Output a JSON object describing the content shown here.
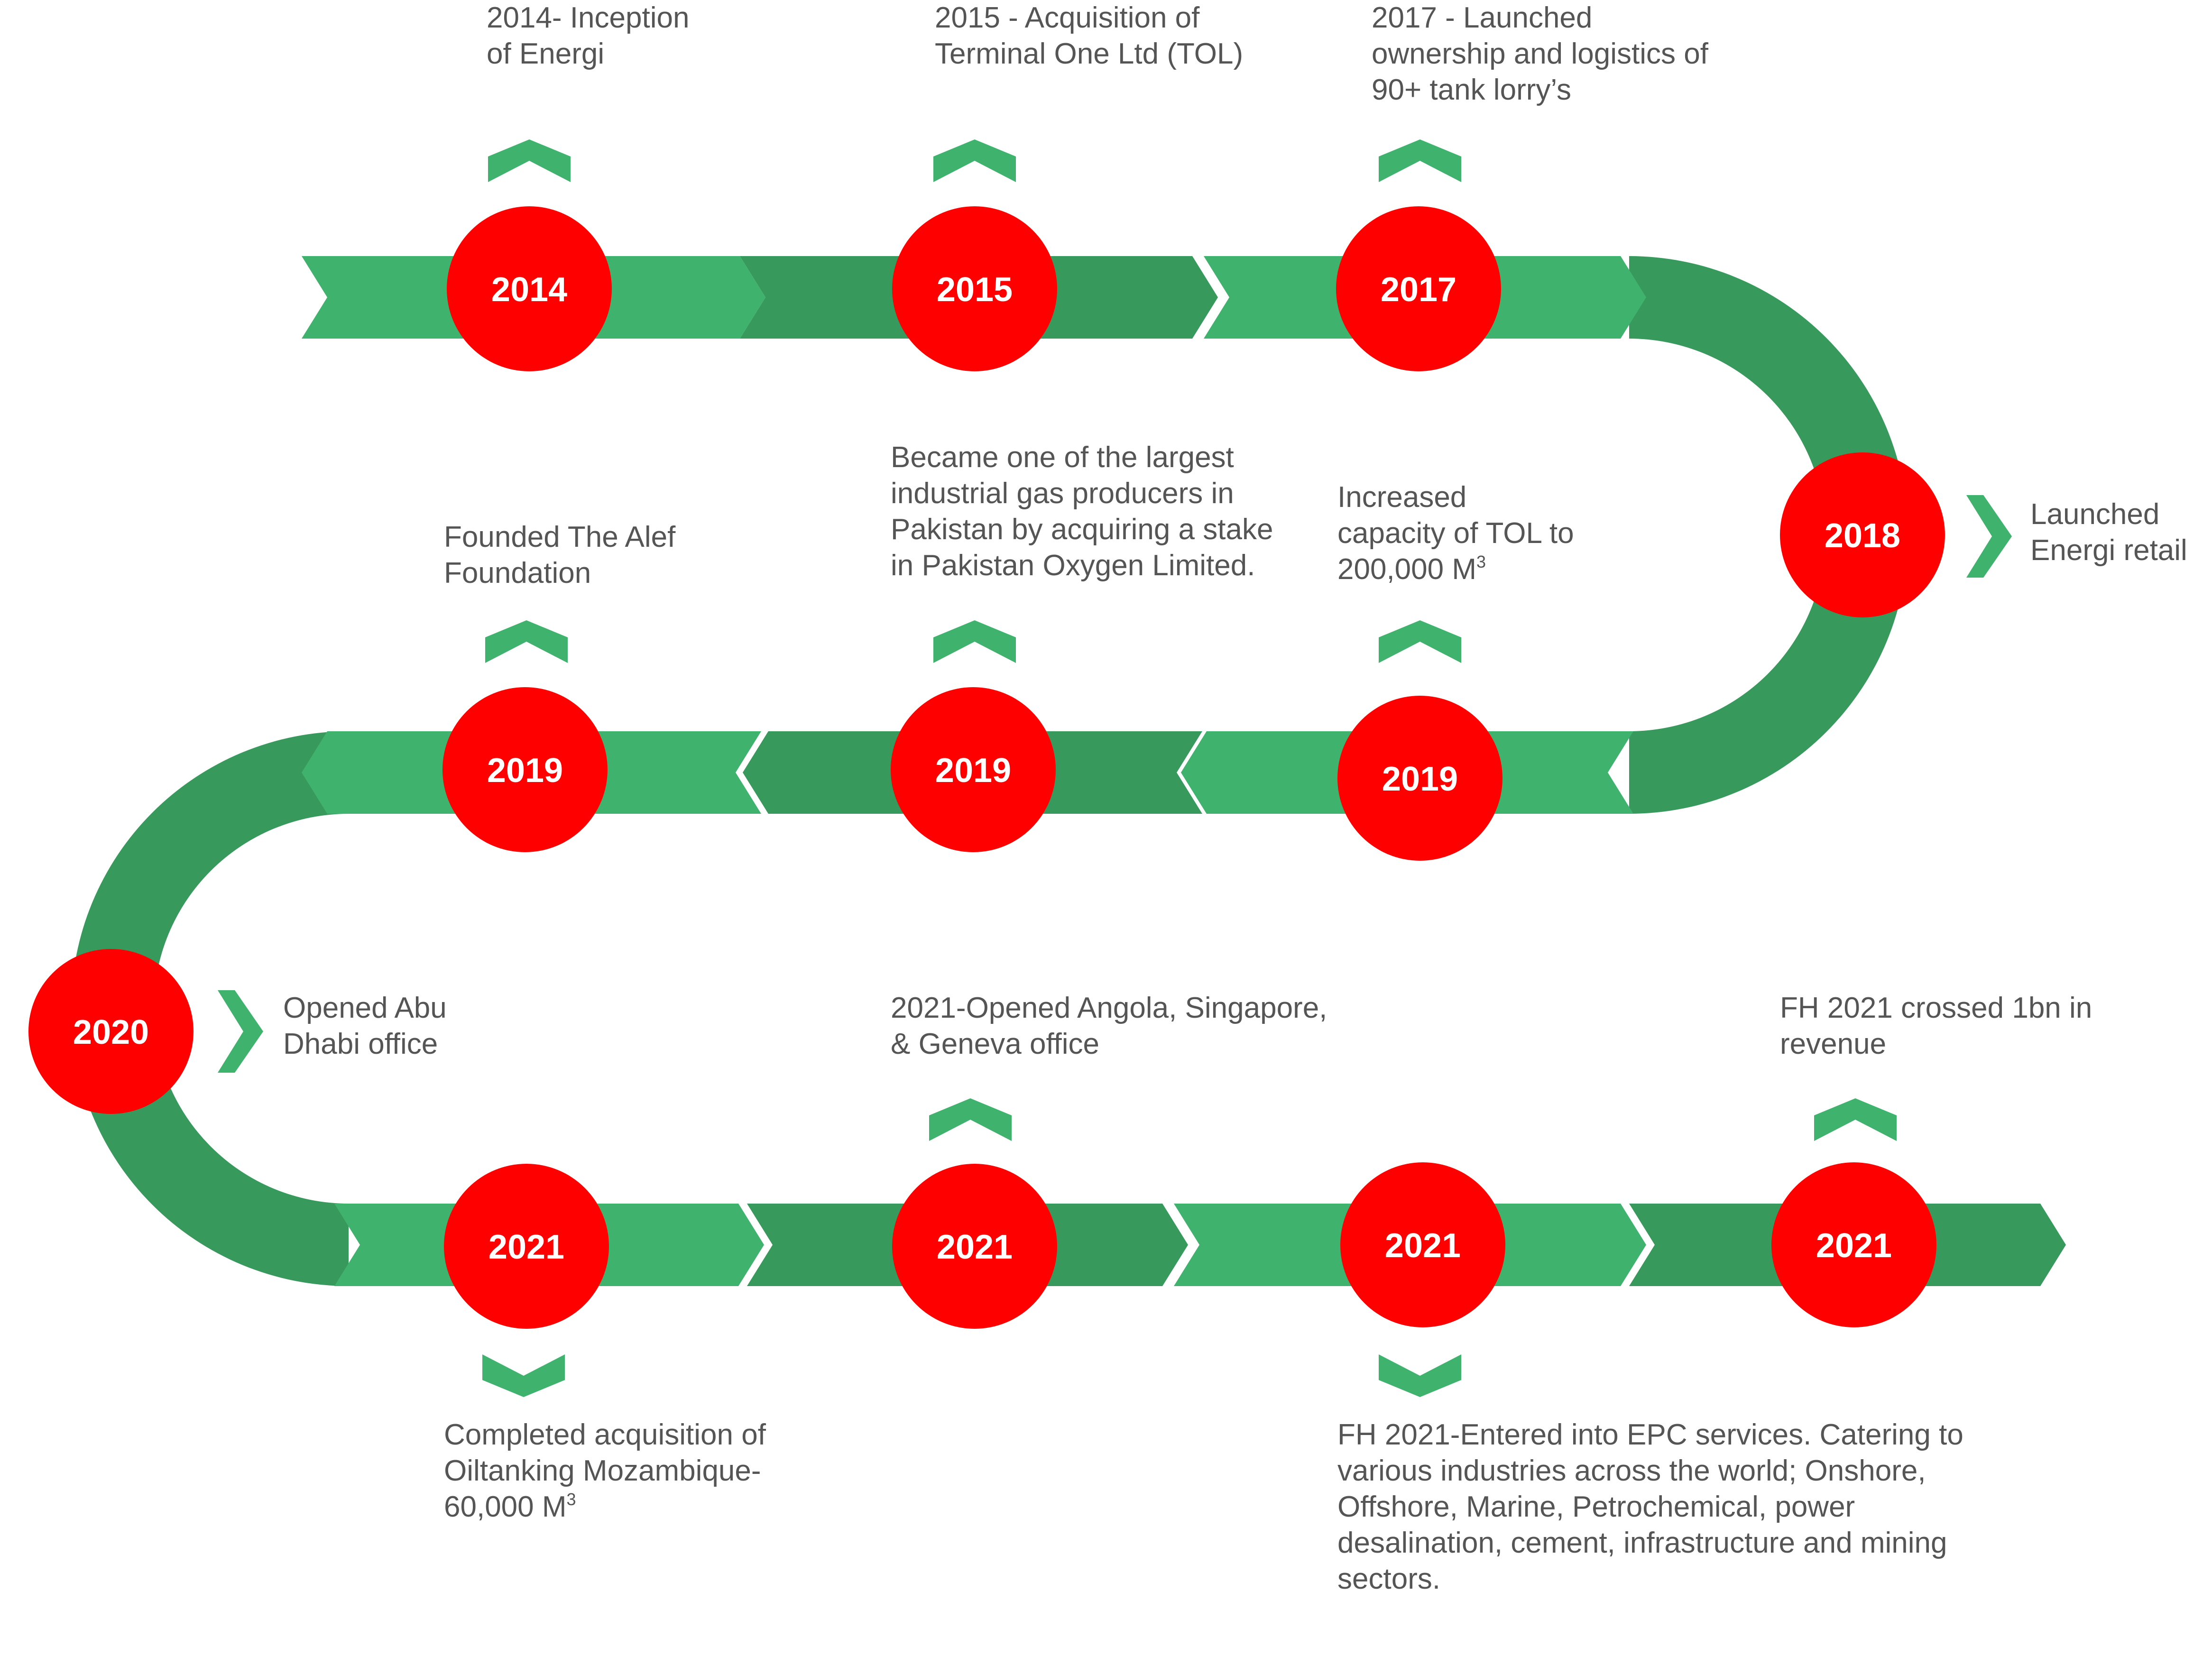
{
  "colors": {
    "ribbon_light": "#3fb36e",
    "ribbon_dark": "#37995c",
    "chevron": "#3fb36e",
    "milestone_circle": "#ff0000",
    "year_text": "#ffffff",
    "label_text": "#555555"
  },
  "milestones": [
    {
      "id": "m1",
      "year": "2014",
      "lines": [
        "2014- Inception",
        "of Energi"
      ]
    },
    {
      "id": "m2",
      "year": "2015",
      "lines": [
        "2015 - Acquisition of",
        "Terminal One Ltd (TOL)"
      ]
    },
    {
      "id": "m3",
      "year": "2017",
      "lines": [
        "2017 - Launched",
        "ownership and logistics of",
        "90+ tank lorry’s"
      ]
    },
    {
      "id": "m4",
      "year": "2018",
      "lines": [
        "Launched",
        "Energi retail"
      ]
    },
    {
      "id": "m5",
      "year": "2019",
      "lines": [
        "Increased",
        "capacity of TOL to",
        "200,000 M"
      ],
      "superscript": "3"
    },
    {
      "id": "m6",
      "year": "2019",
      "lines": [
        "Became one of the largest",
        "industrial gas producers in",
        "Pakistan by acquiring a stake",
        "in Pakistan Oxygen Limited."
      ]
    },
    {
      "id": "m7",
      "year": "2019",
      "lines": [
        "Founded The Alef",
        "Foundation"
      ]
    },
    {
      "id": "m8",
      "year": "2020",
      "lines": [
        "Opened Abu",
        "Dhabi office"
      ]
    },
    {
      "id": "m9",
      "year": "2021",
      "lines": [
        "Completed acquisition of",
        "Oiltanking Mozambique-",
        "60,000 M"
      ],
      "superscript": "3"
    },
    {
      "id": "m10",
      "year": "2021",
      "lines": [
        "2021-Opened Angola, Singapore,",
        "& Geneva office"
      ]
    },
    {
      "id": "m11",
      "year": "2021",
      "lines": [
        "FH 2021-Entered into EPC services. Catering to",
        "various industries across the world; Onshore,",
        "Offshore, Marine, Petrochemical, power",
        "desalination, cement, infrastructure and mining",
        "sectors."
      ]
    },
    {
      "id": "m12",
      "year": "2021",
      "lines": [
        "FH 2021 crossed 1bn in",
        "revenue"
      ]
    }
  ]
}
